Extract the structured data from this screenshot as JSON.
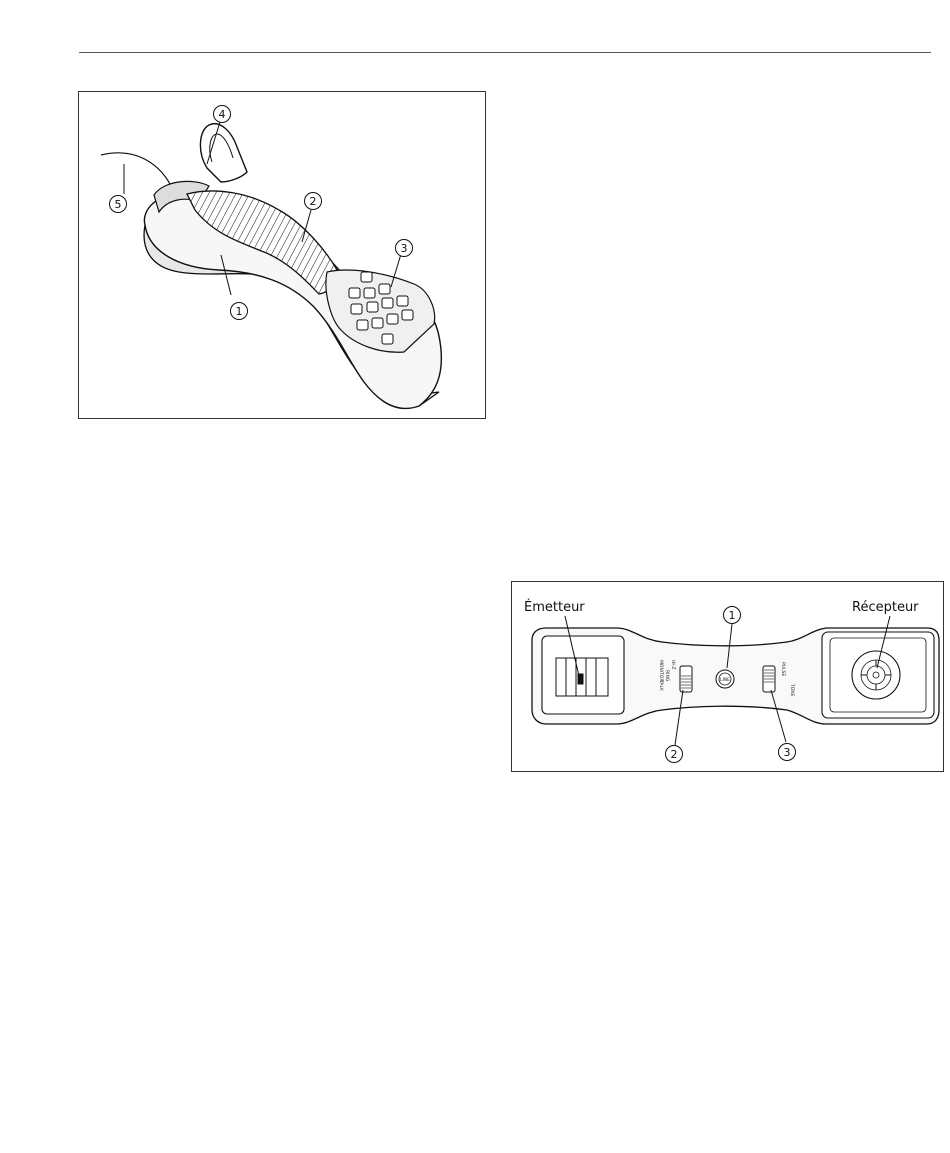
{
  "figure_1": {
    "callouts": [
      "1",
      "2",
      "3",
      "4",
      "5"
    ]
  },
  "figure_2": {
    "label_transmitter": "Émetteur",
    "label_receiver": "Récepteur",
    "callouts": [
      "1",
      "2",
      "3"
    ],
    "mode_switch": {
      "positions": [
        "HI-Z",
        "RING",
        "TALK"
      ],
      "label": "MONITOR"
    },
    "dial_switch": {
      "positions": [
        "PULSE",
        "TONE"
      ]
    },
    "button_label": "LINE"
  }
}
